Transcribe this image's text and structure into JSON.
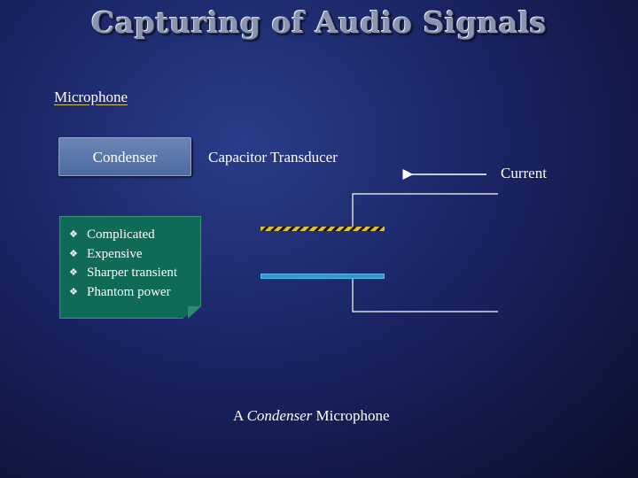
{
  "slide": {
    "title": "Capturing of Audio Signals",
    "microphone_link": "Microphone",
    "condenser_box_label": "Condenser",
    "capacitor_label": "Capacitor Transducer",
    "current_label": "Current",
    "bullet_icon": "diamond-bullet-icon",
    "bullets": [
      "Complicated",
      "Expensive",
      "Sharper transient",
      "Phantom power"
    ],
    "caption_prefix": "A",
    "caption_emphasis": "Condenser",
    "caption_suffix": "Microphone",
    "colors": {
      "note_background": "#0f6a58",
      "condenser_box": "#5a76ab",
      "plate_stripe": "#e0c030",
      "plate_blue": "#2a9ad0"
    }
  }
}
